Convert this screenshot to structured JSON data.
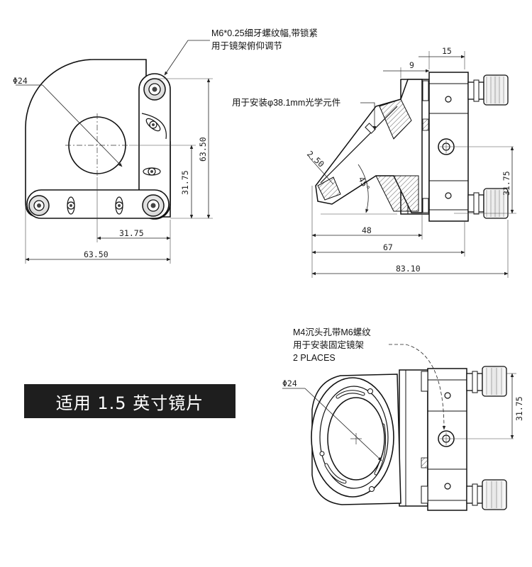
{
  "top_left": {
    "dia_label": "Φ24",
    "dim_63_50_h": "63.50",
    "dim_31_75_h": "31.75",
    "dim_63_50_v": "63.50",
    "dim_31_75_v": "31.75"
  },
  "top_note": {
    "line1": "M6*0.25细牙螺纹幅,带锁紧",
    "line2": "用于镜架俯仰调节"
  },
  "top_right": {
    "mount_note": "用于安装φ38.1mm光学元件",
    "dim_15": "15",
    "dim_9": "9",
    "dim_2_50": "2.50",
    "angle_45": "45°",
    "dim_31_75_v": "31.75",
    "dim_48": "48",
    "dim_67": "67",
    "dim_83_10": "83.10"
  },
  "bottom_right": {
    "note_line1": "M4沉头孔带M6螺纹",
    "note_line2": "用于安装固定镜架",
    "note_line3": "2 PLACES",
    "dia_label": "Φ24",
    "dim_31_75_v": "31.75"
  },
  "banner": {
    "text": "适用 1.5 英寸镜片",
    "background": "#1e1e1e",
    "color": "#ffffff"
  }
}
